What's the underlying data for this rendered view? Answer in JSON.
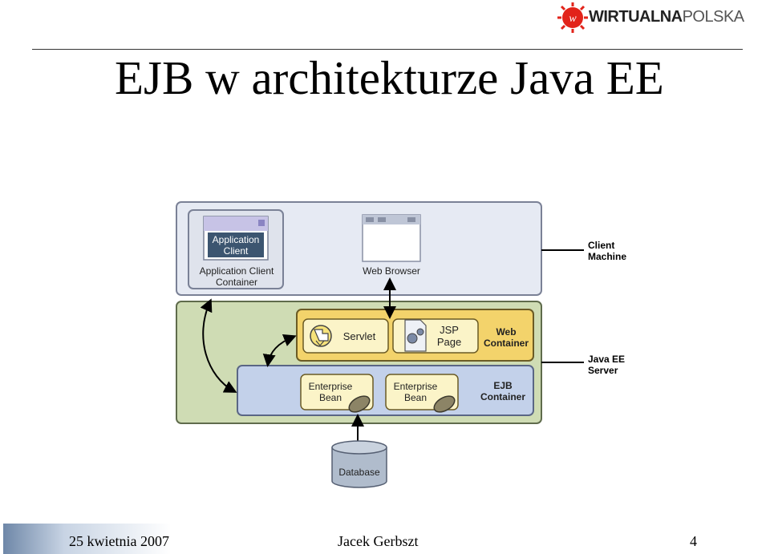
{
  "header": {
    "logo_text_bold": "WIRTUALNA",
    "logo_text_regular": "POLSKA",
    "title": "EJB w architekturze Java EE"
  },
  "diagram": {
    "client_machine_label_1": "Client",
    "client_machine_label_2": "Machine",
    "java_ee_server_label_1": "Java EE",
    "java_ee_server_label_2": "Server",
    "app_client_line_1": "Application",
    "app_client_line_2": "Client",
    "app_client_container_line_1": "Application Client",
    "app_client_container_line_2": "Container",
    "web_browser": "Web Browser",
    "servlet": "Servlet",
    "jsp_line_1": "JSP",
    "jsp_line_2": "Page",
    "web_container_line_1": "Web",
    "web_container_line_2": "Container",
    "bean1_line_1": "Enterprise",
    "bean1_line_2": "Bean",
    "bean2_line_1": "Enterprise",
    "bean2_line_2": "Bean",
    "ejb_container_line_1": "EJB",
    "ejb_container_line_2": "Container",
    "database": "Database",
    "colors": {
      "client_tier": "#e6eaf3",
      "server_tier": "#cfdcb4",
      "web_container": "#f3d36b",
      "ejb_container": "#c3d1ea",
      "component": "#fbf4c8",
      "database": "#b0bccc"
    }
  },
  "footer": {
    "date": "25 kwietnia 2007",
    "author": "Jacek Gerbszt",
    "page": "4"
  }
}
